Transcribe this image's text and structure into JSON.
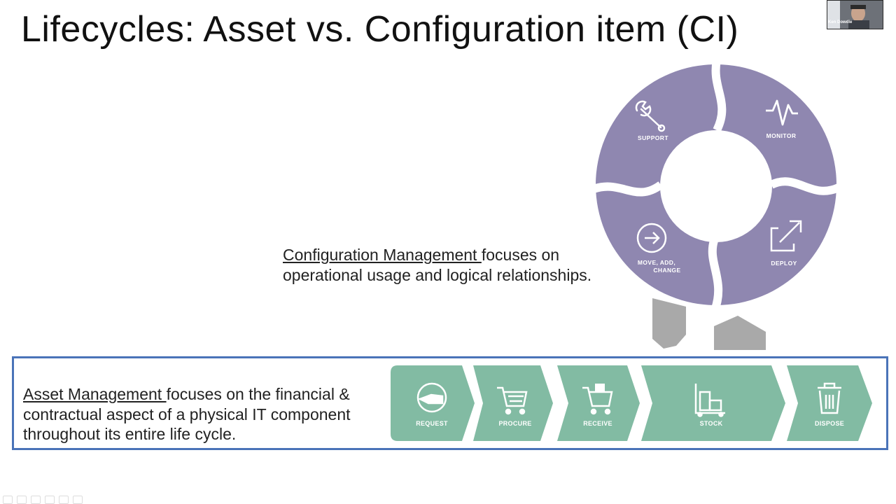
{
  "slide": {
    "title": "Lifecycles: Asset vs. Configuration item (CI)"
  },
  "webcam": {
    "name": "Ken Dowdle"
  },
  "config_mgmt": {
    "term": "Configuration Management ",
    "text": "focuses on operational usage and logical relationships."
  },
  "asset_mgmt": {
    "term": "Asset Management ",
    "text": "focuses on the financial & contractual aspect of a physical IT component throughout its entire life cycle."
  },
  "ci_lifecycle": {
    "colors": {
      "segment": "#8f87b0",
      "base": "#a9a9a9"
    },
    "stages": [
      {
        "label": "SUPPORT",
        "icon": "wrench-icon"
      },
      {
        "label": "MONITOR",
        "icon": "pulse-icon"
      },
      {
        "label": "MOVE, ADD,",
        "label2": "CHANGE",
        "icon": "arrow-circle-icon"
      },
      {
        "label": "DEPLOY",
        "icon": "external-link-icon"
      }
    ]
  },
  "asset_lifecycle": {
    "colors": {
      "chevron": "#82bba3"
    },
    "stages": [
      {
        "label": "REQUEST",
        "icon": "hand-icon"
      },
      {
        "label": "PROCURE",
        "icon": "cart-icon"
      },
      {
        "label": "RECEIVE",
        "icon": "cart-full-icon"
      },
      {
        "label": "STOCK",
        "icon": "boxes-icon"
      },
      {
        "label": "DISPOSE",
        "icon": "trash-icon"
      }
    ]
  }
}
